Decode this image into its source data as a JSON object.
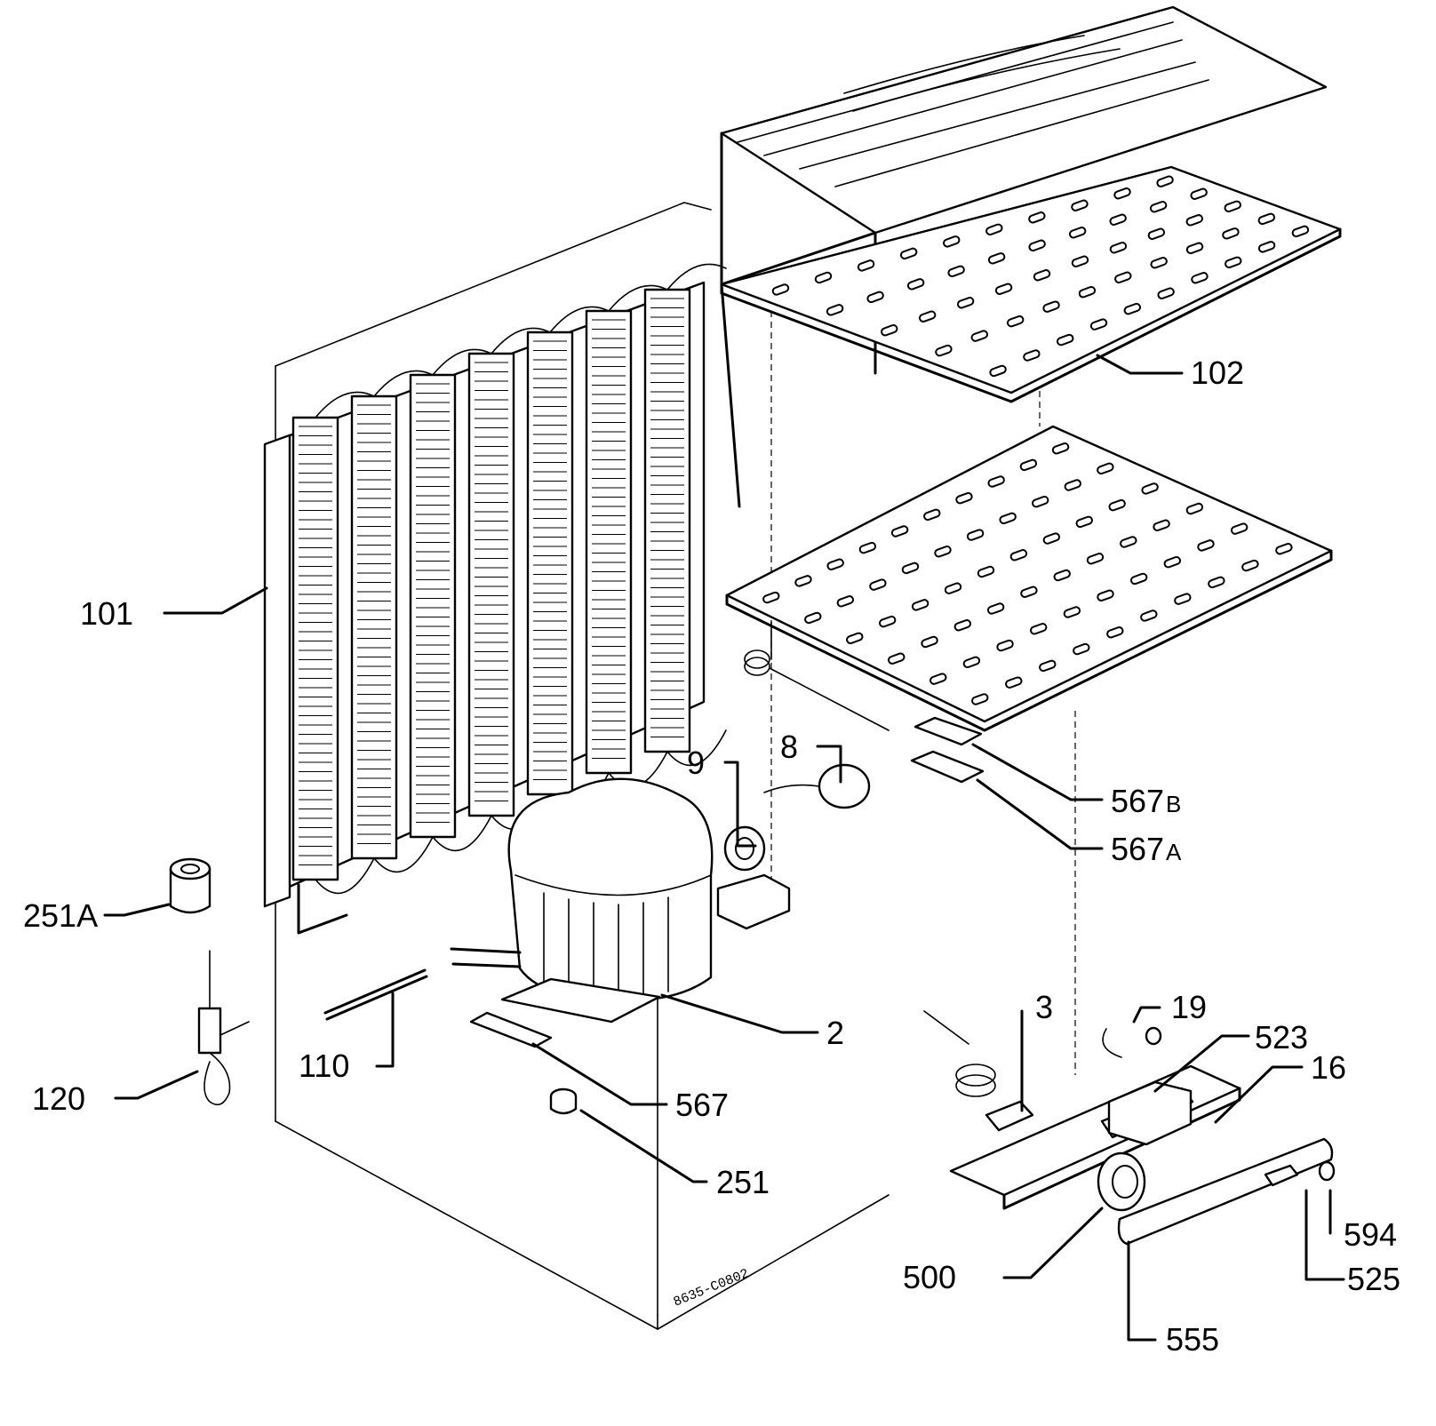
{
  "diagram": {
    "drawing_code": "8635-C0802",
    "parts": {
      "p101": "101",
      "p102": "102",
      "p8": "8",
      "p9": "9",
      "p567b": "567",
      "p567b_suffix": "B",
      "p567a": "567",
      "p567a_suffix": "A",
      "p251a": "251A",
      "p2": "2",
      "p110": "110",
      "p120": "120",
      "p567": "567",
      "p251": "251",
      "p3": "3",
      "p19": "19",
      "p523": "523",
      "p16": "16",
      "p594": "594",
      "p525": "525",
      "p500": "500",
      "p555": "555"
    }
  }
}
